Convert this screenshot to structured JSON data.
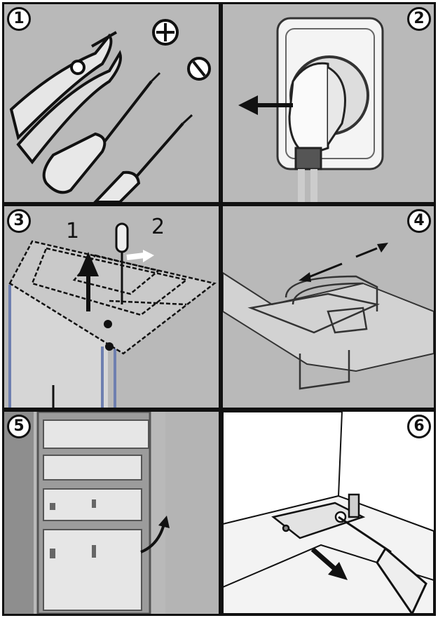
{
  "steps": [
    {
      "number": "1",
      "depicts": "tools"
    },
    {
      "number": "2",
      "depicts": "unplug"
    },
    {
      "number": "3",
      "depicts": "remove-top-hinge",
      "labels": [
        "1",
        "2"
      ]
    },
    {
      "number": "4",
      "depicts": "lift-top-cover"
    },
    {
      "number": "5",
      "depicts": "remove-door"
    },
    {
      "number": "6",
      "depicts": "unscrew-bottom-hinge"
    }
  ],
  "colors": {
    "panel": "#b9b9b9",
    "ink": "#111111",
    "white": "#ffffff",
    "blue_edge": "#6e7fb0"
  }
}
